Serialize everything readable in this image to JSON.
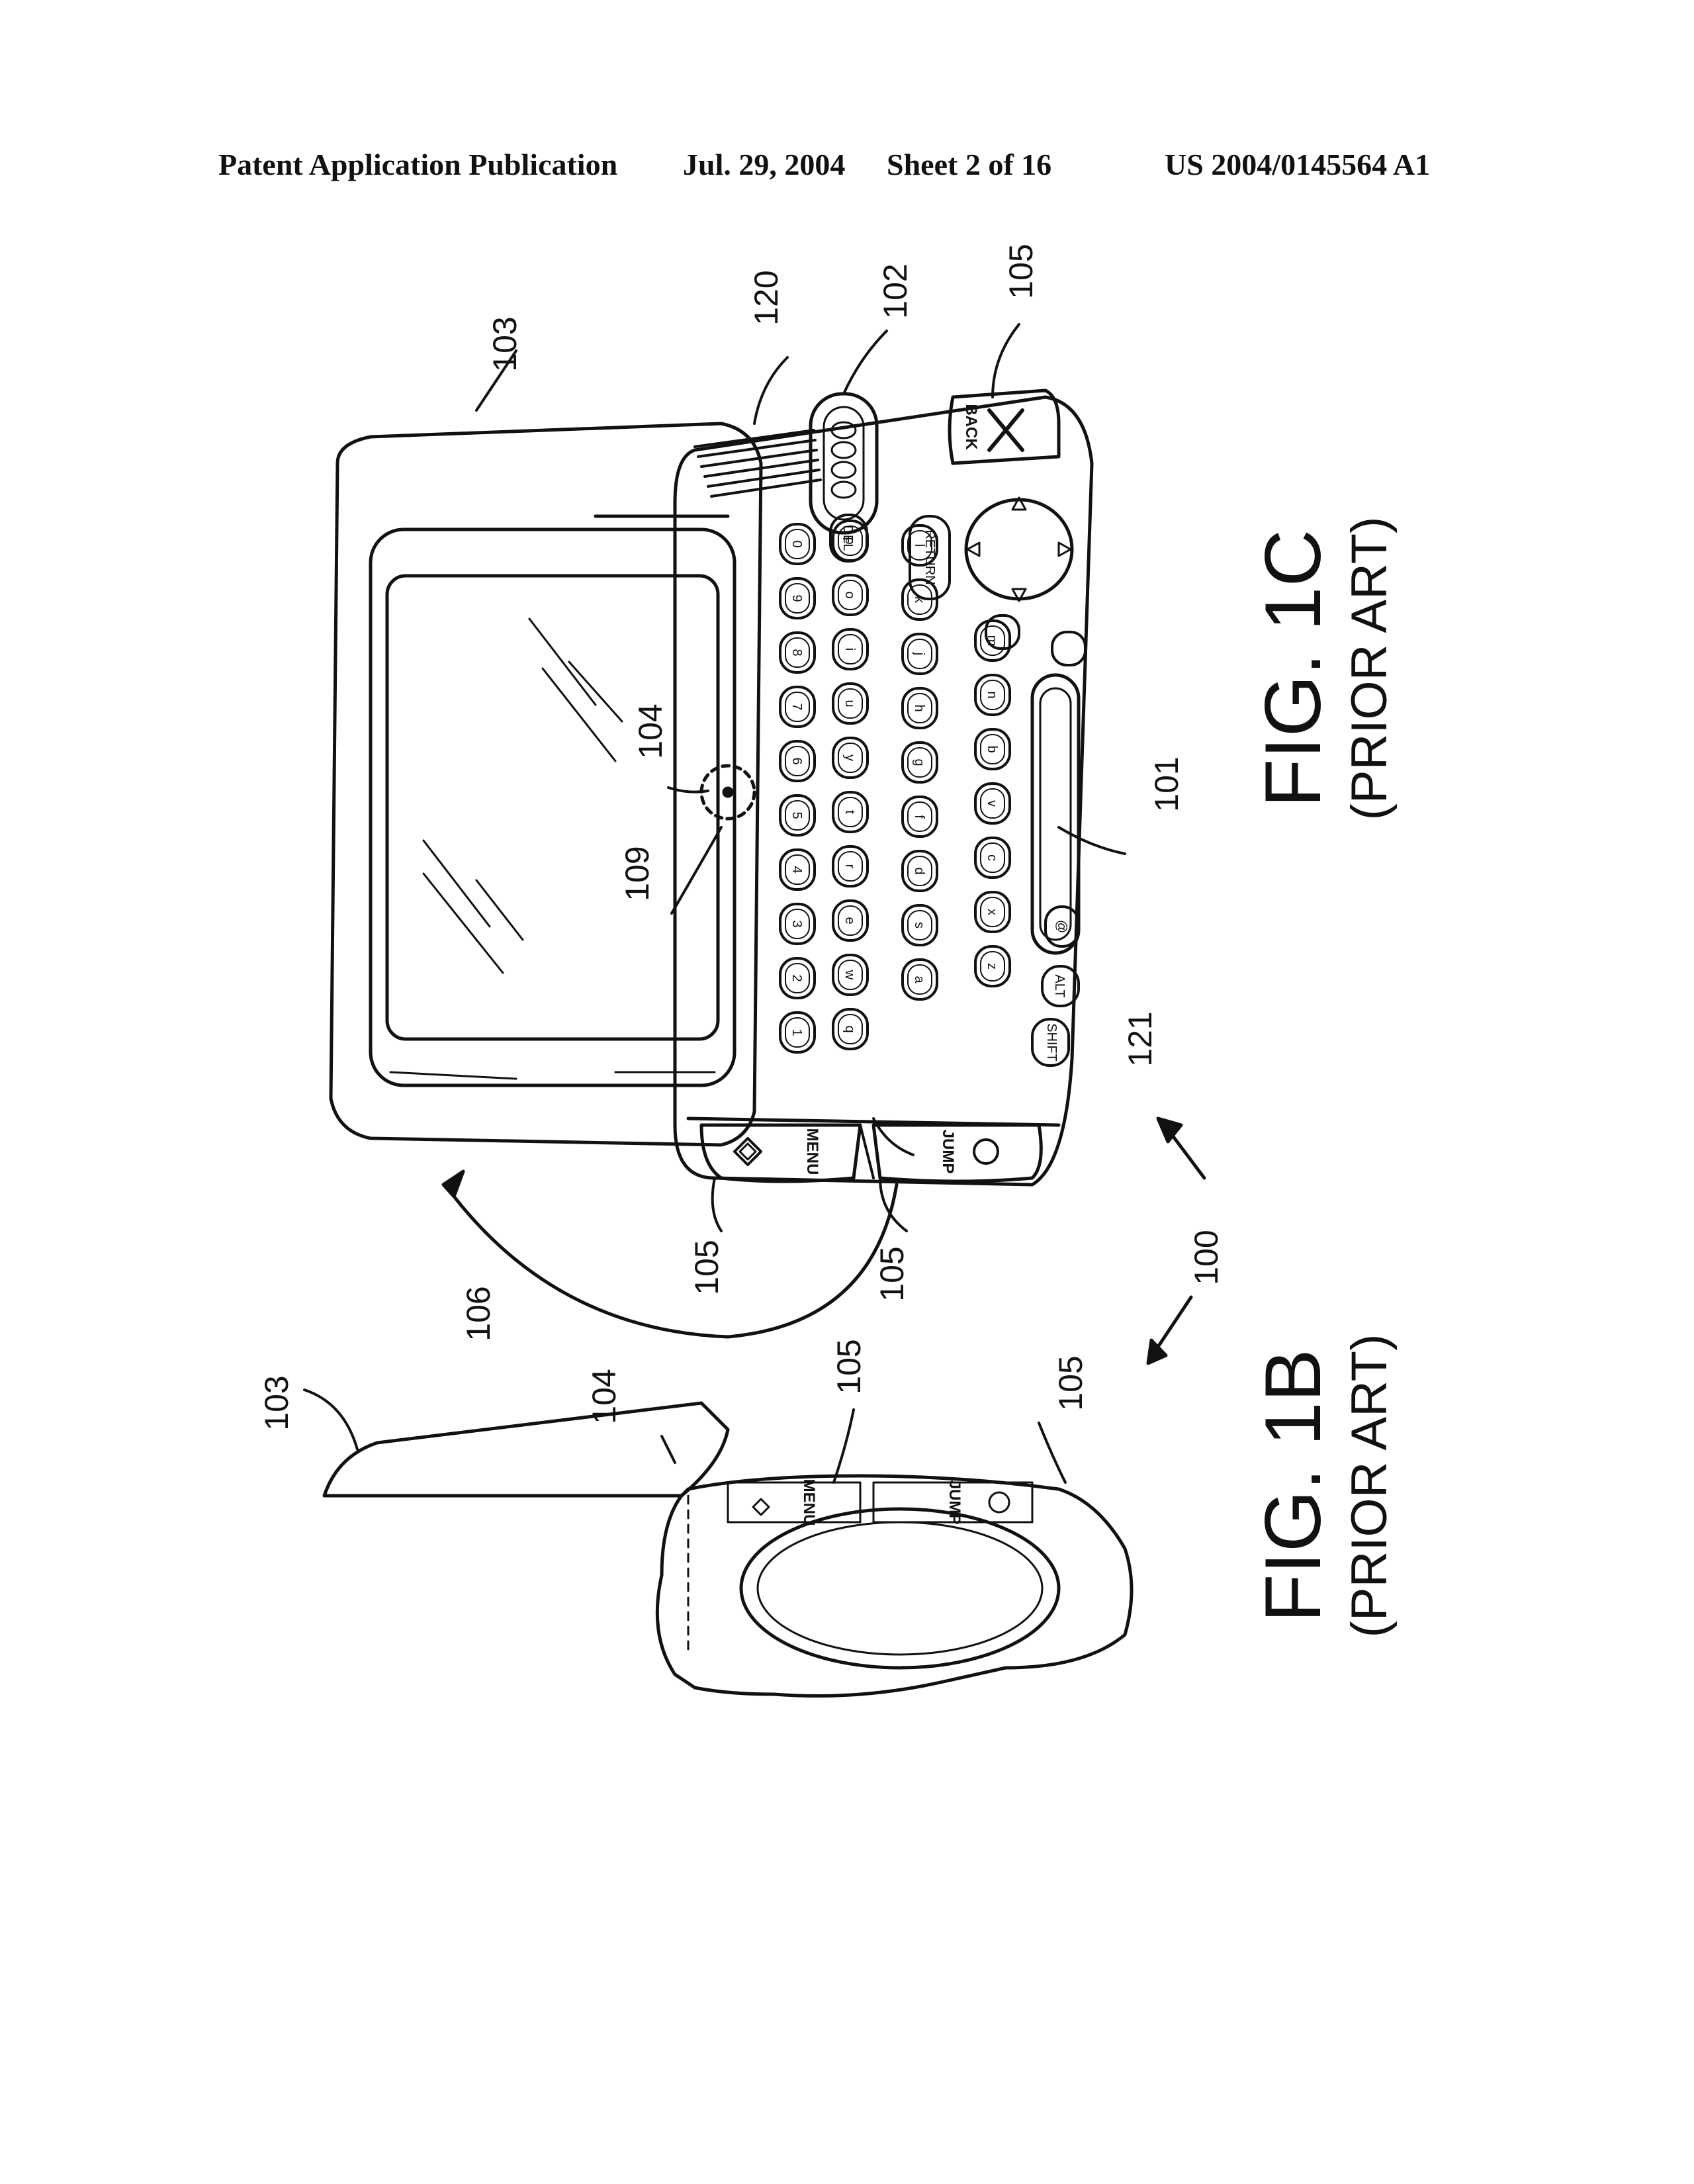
{
  "header": {
    "publication": "Patent Application Publication",
    "date": "Jul. 29, 2004",
    "sheet": "Sheet 2 of 16",
    "number": "US 2004/0145564 A1"
  },
  "figure_1c": {
    "title": "FIG. 1C",
    "subtitle": "(PRIOR ART)",
    "refs": {
      "display": "103",
      "hinge": "120",
      "scroll_wheel": "102",
      "back_button": "105",
      "pivot": "104",
      "pivot_point": "109",
      "spacebar": "101",
      "gap": "121",
      "menu_button": "105",
      "jump_button": "105",
      "rotation": "106",
      "device": "100"
    },
    "buttons": {
      "back": "BACK",
      "menu": "MENU",
      "jump": "JUMP",
      "del": "DEL",
      "return": "RETURN",
      "shift": "SHIFT",
      "alt": "ALT",
      "at": "@"
    },
    "key_rows": [
      [
        "1",
        "2",
        "3",
        "4",
        "5",
        "6",
        "7",
        "8",
        "9",
        "0"
      ],
      [
        "q",
        "w",
        "e",
        "r",
        "t",
        "y",
        "u",
        "i",
        "o",
        "p"
      ],
      [
        "a",
        "s",
        "d",
        "f",
        "g",
        "h",
        "j",
        "k",
        "l"
      ],
      [
        "z",
        "x",
        "c",
        "v",
        "b",
        "n",
        "m"
      ]
    ]
  },
  "figure_1b": {
    "title": "FIG. 1B",
    "subtitle": "(PRIOR ART)",
    "refs": {
      "display": "103",
      "pivot": "104",
      "menu_button": "105",
      "jump_button": "105"
    },
    "buttons": {
      "menu": "MENU",
      "jump": "JUMP"
    }
  }
}
